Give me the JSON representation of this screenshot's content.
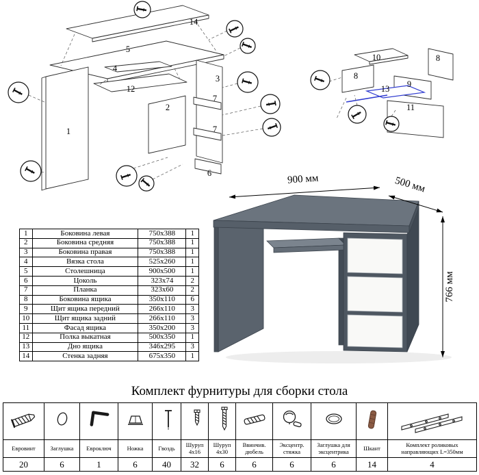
{
  "title": "Комплект фурнитуры для сборки стола",
  "desk_figure": {
    "width_label": "900 мм",
    "depth_label": "500 мм",
    "height_label": "766 мм"
  },
  "parts_table": {
    "rows": [
      {
        "num": "1",
        "name": "Боковина левая",
        "size": "750x388",
        "qty": "1"
      },
      {
        "num": "2",
        "name": "Боковина средняя",
        "size": "750x388",
        "qty": "1"
      },
      {
        "num": "3",
        "name": "Боковина правая",
        "size": "750x388",
        "qty": "1"
      },
      {
        "num": "4",
        "name": "Вязка стола",
        "size": "525x260",
        "qty": "1"
      },
      {
        "num": "5",
        "name": "Столешница",
        "size": "900x500",
        "qty": "1"
      },
      {
        "num": "6",
        "name": "Цоколь",
        "size": "323x74",
        "qty": "2"
      },
      {
        "num": "7",
        "name": "Планка",
        "size": "323x60",
        "qty": "2"
      },
      {
        "num": "8",
        "name": "Боковина ящика",
        "size": "350x110",
        "qty": "6"
      },
      {
        "num": "9",
        "name": "Щит ящика передний",
        "size": "266x110",
        "qty": "3"
      },
      {
        "num": "10",
        "name": "Щит ящика задний",
        "size": "266x110",
        "qty": "3"
      },
      {
        "num": "11",
        "name": "Фасад ящика",
        "size": "350x200",
        "qty": "3"
      },
      {
        "num": "12",
        "name": "Полка выкатная",
        "size": "500x350",
        "qty": "1"
      },
      {
        "num": "13",
        "name": "Дно ящика",
        "size": "346x295",
        "qty": "3"
      },
      {
        "num": "14",
        "name": "Стенка задняя",
        "size": "675x350",
        "qty": "1"
      }
    ]
  },
  "hardware_table": {
    "items": [
      {
        "icon": "euro-screw-icon",
        "name": "Евровинт",
        "qty": "20"
      },
      {
        "icon": "plug-icon",
        "name": "Заглушка",
        "qty": "6"
      },
      {
        "icon": "hex-key-icon",
        "name": "Евроключ",
        "qty": "1"
      },
      {
        "icon": "leg-icon",
        "name": "Ножка",
        "qty": "6"
      },
      {
        "icon": "nail-icon",
        "name": "Гвоздь",
        "qty": "40"
      },
      {
        "icon": "screw-short-icon",
        "name": "Шуруп 4х16",
        "qty": "32"
      },
      {
        "icon": "screw-long-icon",
        "name": "Шуруп 4х30",
        "qty": "6"
      },
      {
        "icon": "screw-dowel-icon",
        "name": "Ввинчив. дюбель",
        "qty": "6"
      },
      {
        "icon": "cam-lock-icon",
        "name": "Эксцентр. стяжка",
        "qty": "6"
      },
      {
        "icon": "cam-cover-icon",
        "name": "Заглушка для эксцентрика",
        "qty": "6"
      },
      {
        "icon": "dowel-icon",
        "name": "Шкант",
        "qty": "14"
      },
      {
        "icon": "roller-guides-icon",
        "name": "Комплект роликовых направляющих L=350мм",
        "qty": "4"
      }
    ]
  },
  "left_diagram": {
    "labels": {
      "l14": "14",
      "l5": "5",
      "l4": "4",
      "l12": "12",
      "l2": "2",
      "l1": "1",
      "l3": "3",
      "l7a": "7",
      "l7b": "7",
      "l6": "6"
    }
  },
  "right_diagram": {
    "labels": {
      "l10": "10",
      "l8a": "8",
      "l8b": "8",
      "l9": "9",
      "l13": "13",
      "l11": "11"
    }
  }
}
